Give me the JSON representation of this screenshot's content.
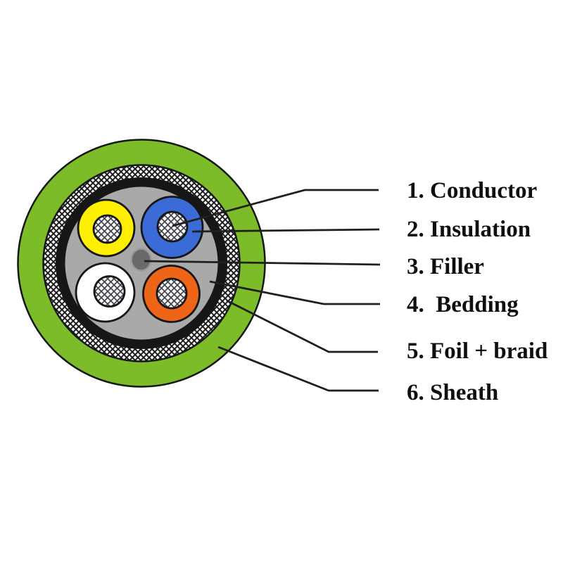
{
  "diagram": {
    "type": "cable-cross-section",
    "colors": {
      "sheath": "#7cbc28",
      "foil_braid_bg": "#ffffff",
      "shield": "#161616",
      "bedding": "#a9a9a9",
      "insulation_yellow": "#ffef00",
      "insulation_blue": "#3a6bd6",
      "insulation_white": "#ffffff",
      "insulation_orange": "#ee6517",
      "conductor_fill": "#ffffff",
      "filler": "#696969",
      "filler_rim": "#9b9b9b",
      "outline": "#161616",
      "leader_line": "#1f1f1f",
      "label_text": "#0f0f0f",
      "background": "#ffffff"
    }
  },
  "legend": {
    "items": [
      {
        "number": "1",
        "name": "Conductor",
        "text": "1. Conductor"
      },
      {
        "number": "2",
        "name": "Insulation",
        "text": "2. Insulation"
      },
      {
        "number": "3",
        "name": "Filler",
        "text": "3. Filler"
      },
      {
        "number": "4",
        "name": "Bedding",
        "text": "4.  Bedding"
      },
      {
        "number": "5",
        "name": "Foil + braid",
        "text": "5. Foil + braid"
      },
      {
        "number": "6",
        "name": "Sheath",
        "text": "6. Sheath"
      }
    ]
  }
}
